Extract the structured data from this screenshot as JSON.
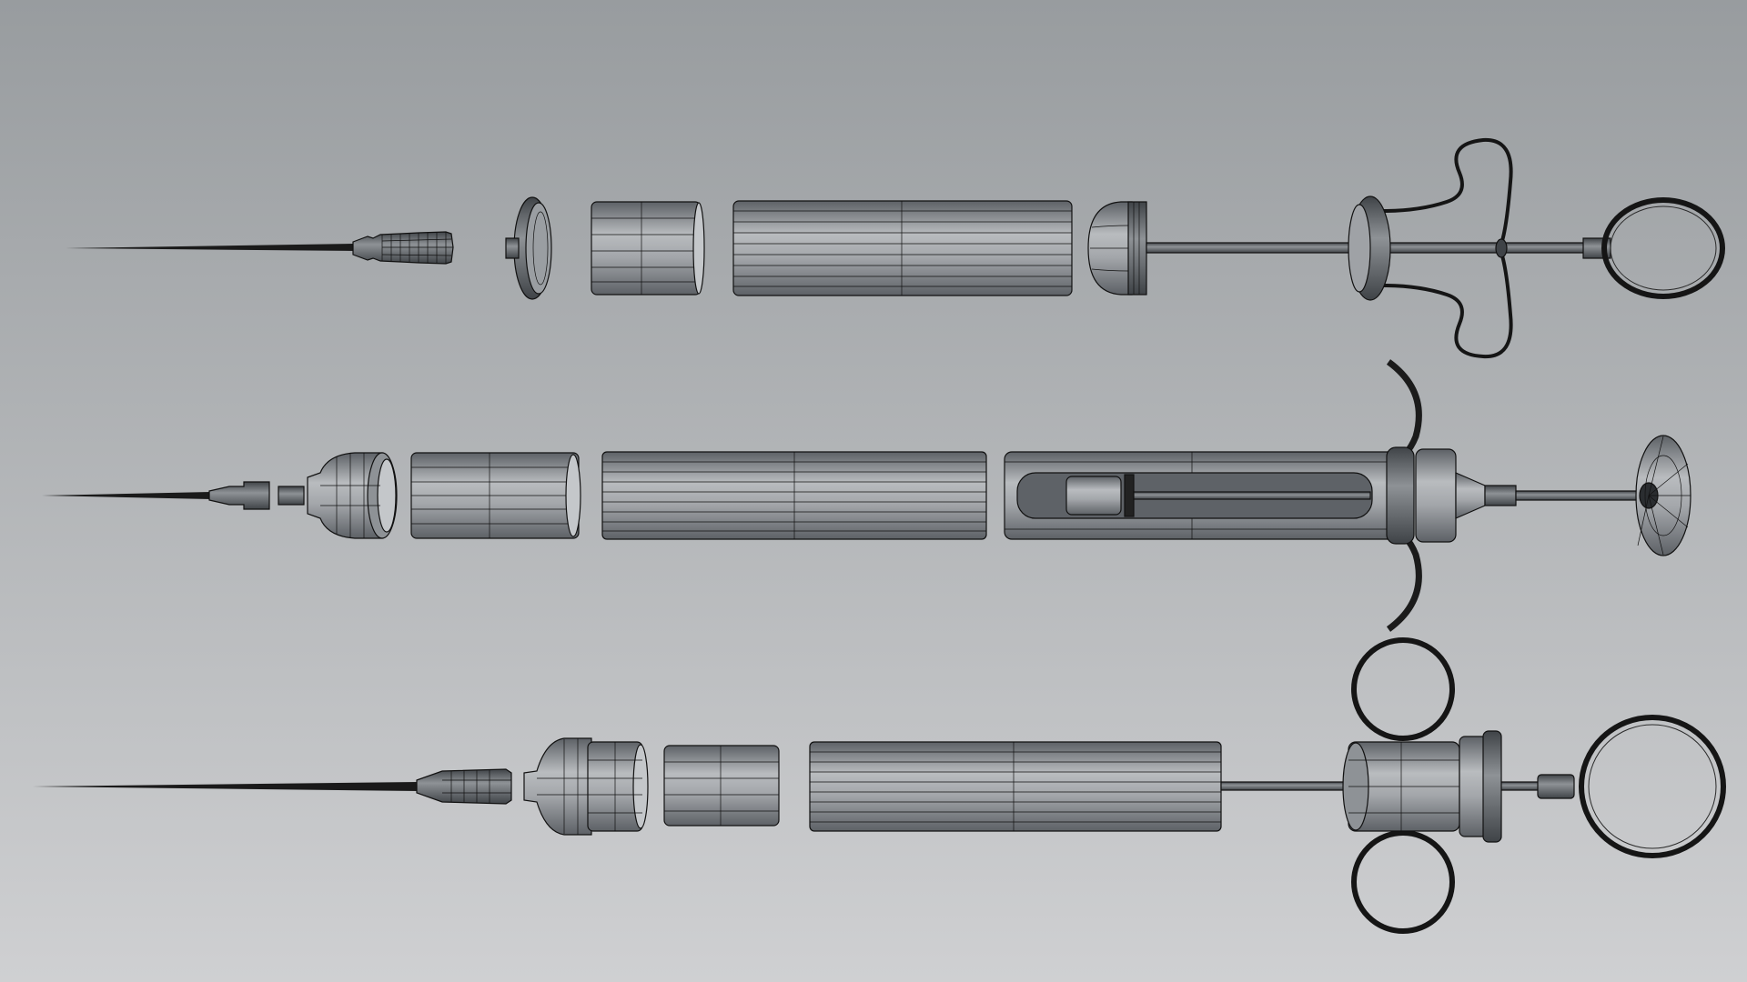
{
  "scene": {
    "background_top": "#989c9f",
    "background_bottom": "#cfd0d2",
    "part_fill_light": "#b9bcbf",
    "part_fill_mid": "#8e9296",
    "part_fill_dark": "#5d6166",
    "wire_color": "#111111"
  },
  "assemblies": [
    {
      "name": "syringe-top",
      "parts": [
        "needle",
        "needle-hub",
        "nozzle-cap",
        "short-sleeve",
        "barrel",
        "plunger-head",
        "plunger-rod",
        "finger-grip",
        "thumb-ring"
      ]
    },
    {
      "name": "syringe-middle",
      "parts": [
        "needle",
        "needle-hub",
        "nozzle-cap",
        "short-sleeve",
        "barrel",
        "slotted-housing",
        "curved-flanges",
        "plunger-rod",
        "thumb-disc"
      ]
    },
    {
      "name": "syringe-bottom",
      "parts": [
        "needle",
        "needle-hub",
        "nozzle-cap",
        "short-sleeve",
        "barrel",
        "plunger-rod",
        "finger-rings",
        "thumb-ring"
      ]
    }
  ]
}
